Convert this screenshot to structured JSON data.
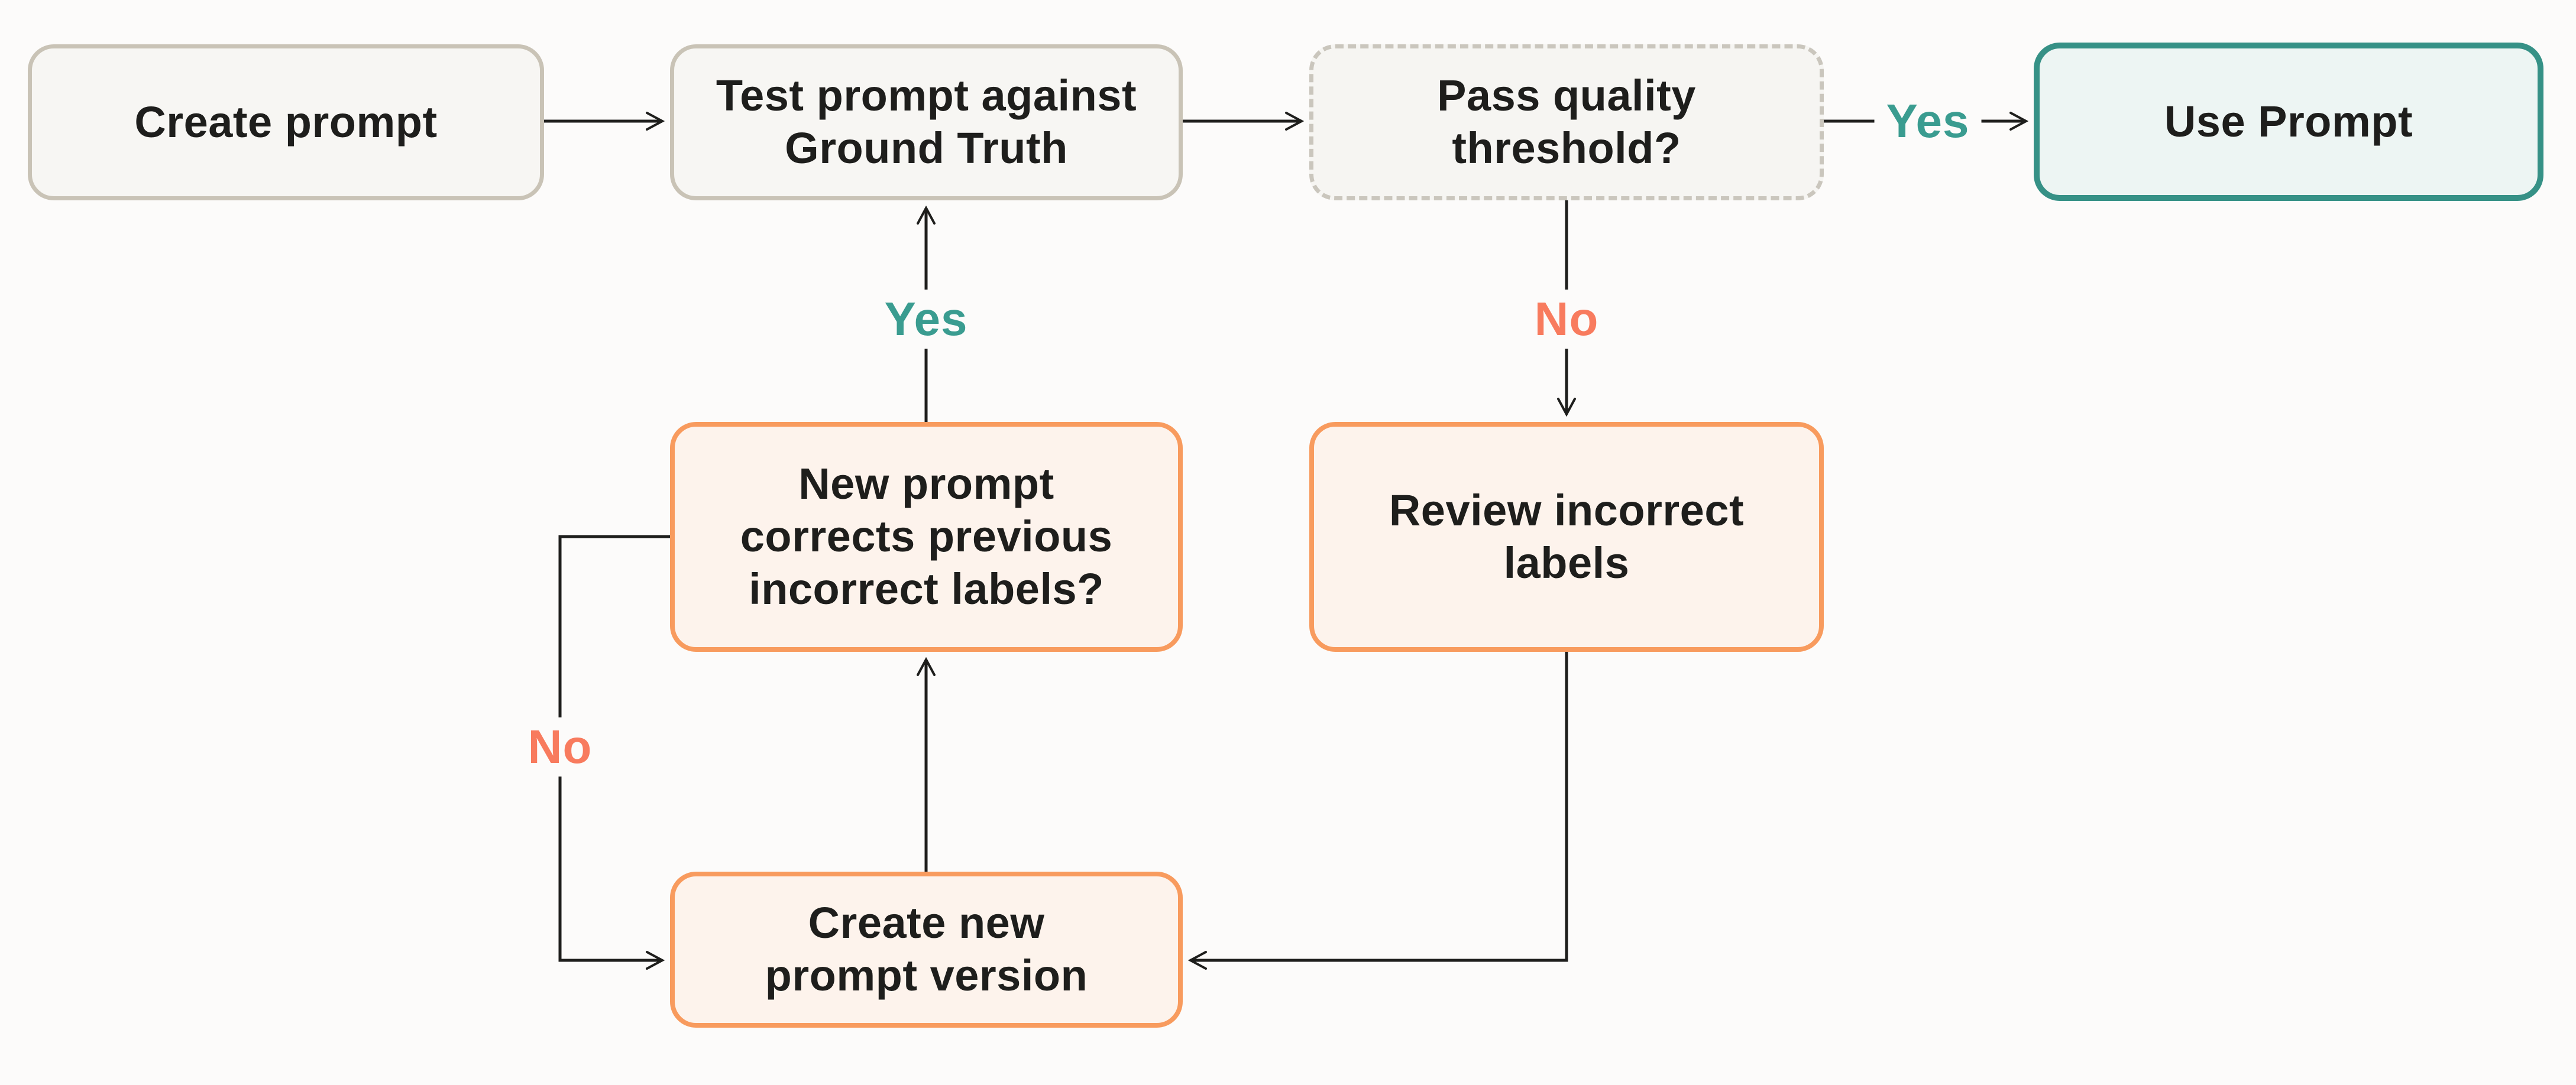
{
  "diagram": {
    "type": "flowchart",
    "nodes": [
      {
        "id": "create-prompt",
        "label": "Create prompt",
        "style": "neutral"
      },
      {
        "id": "test-prompt",
        "label": "Test prompt against\nGround Truth",
        "style": "neutral"
      },
      {
        "id": "pass-quality",
        "label": "Pass quality\nthreshold?",
        "style": "neutral-dashed"
      },
      {
        "id": "use-prompt",
        "label": "Use Prompt",
        "style": "teal"
      },
      {
        "id": "new-prompt-corrects",
        "label": "New prompt\ncorrects previous\nincorrect labels?",
        "style": "orange"
      },
      {
        "id": "review-incorrect",
        "label": "Review incorrect\nlabels",
        "style": "orange"
      },
      {
        "id": "create-new-version",
        "label": "Create new\nprompt version",
        "style": "orange"
      }
    ],
    "edge_labels": {
      "pass_yes": "Yes",
      "corrects_yes": "Yes",
      "pass_no": "No",
      "corrects_no": "No"
    },
    "colors": {
      "background": "#fcfbfa",
      "arrow": "#1e1e1c",
      "text": "#1e1e1c",
      "teal_border": "#369186",
      "teal_fill": "#edf5f3",
      "teal_label": "#3a9c90",
      "orange_border": "#f89b5e",
      "orange_fill": "#fdf3ec",
      "coral_label": "#f87b5e",
      "neutral_border": "#c9c3b6",
      "neutral_fill": "#f7f6f3",
      "dashed_border": "#cac6bd"
    }
  }
}
